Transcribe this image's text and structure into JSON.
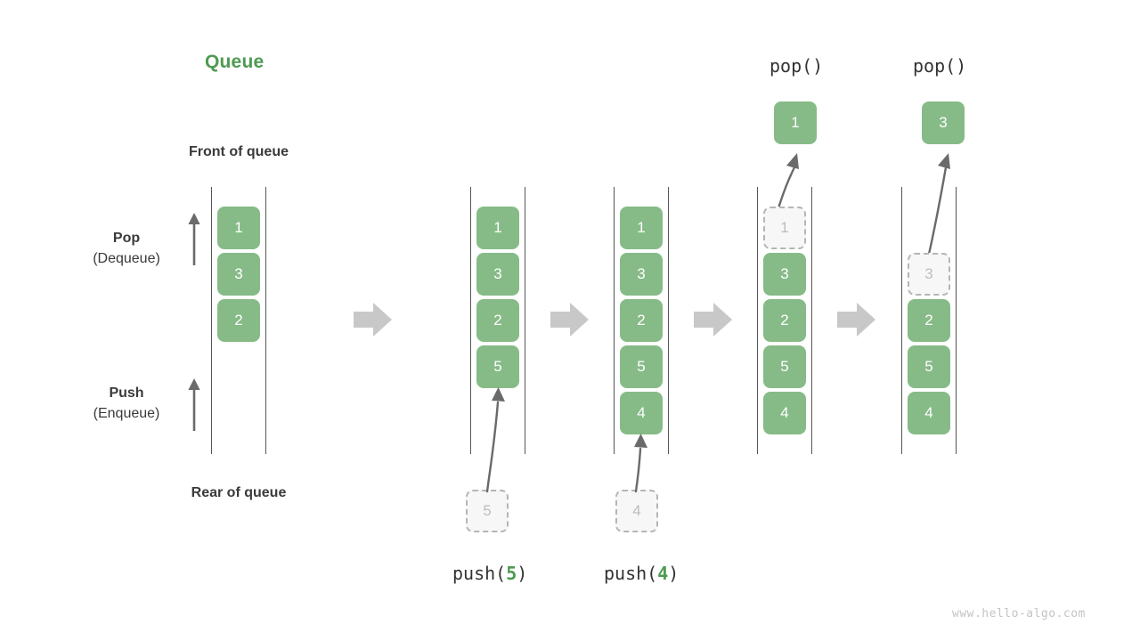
{
  "diagram": {
    "title": "Queue",
    "title_color": "#4e9a51",
    "box_color": "#86bb87",
    "ghost_color": "#f7f7f7",
    "arrow_color": "#c8c8c8",
    "watermark": "www.hello-algo.com"
  },
  "labels": {
    "front_of_queue": "Front of queue",
    "rear_of_queue": "Rear of queue",
    "pop_main": "Pop",
    "pop_sub": "(Dequeue)",
    "push_main": "Push",
    "push_sub": "(Enqueue)"
  },
  "captions": {
    "push5": {
      "name": "push",
      "open": "(",
      "arg": "5",
      "close": ")"
    },
    "push4": {
      "name": "push",
      "open": "(",
      "arg": "4",
      "close": ")"
    },
    "pop1": {
      "text": "pop()"
    },
    "pop2": {
      "text": "pop()"
    }
  },
  "stages": [
    {
      "id": "stage-initial",
      "caption": "",
      "cells": [
        "1",
        "3",
        "2"
      ],
      "incoming": null,
      "outgoing": null
    },
    {
      "id": "stage-push-5",
      "caption": "push(5)",
      "cells": [
        "1",
        "3",
        "2",
        "5"
      ],
      "incoming": "5",
      "outgoing": null
    },
    {
      "id": "stage-push-4",
      "caption": "push(4)",
      "cells": [
        "1",
        "3",
        "2",
        "5",
        "4"
      ],
      "incoming": "4",
      "outgoing": null
    },
    {
      "id": "stage-pop-1",
      "caption": "pop()",
      "cells": [
        "1",
        "3",
        "2",
        "5",
        "4"
      ],
      "ghost_index": 0,
      "incoming": null,
      "outgoing": "1"
    },
    {
      "id": "stage-pop-3",
      "caption": "pop()",
      "cells": [
        "3",
        "2",
        "5",
        "4"
      ],
      "ghost_index": 0,
      "incoming": null,
      "outgoing": "3"
    }
  ],
  "step_arrows": [
    "transition-arrow",
    "transition-arrow",
    "transition-arrow",
    "transition-arrow"
  ]
}
